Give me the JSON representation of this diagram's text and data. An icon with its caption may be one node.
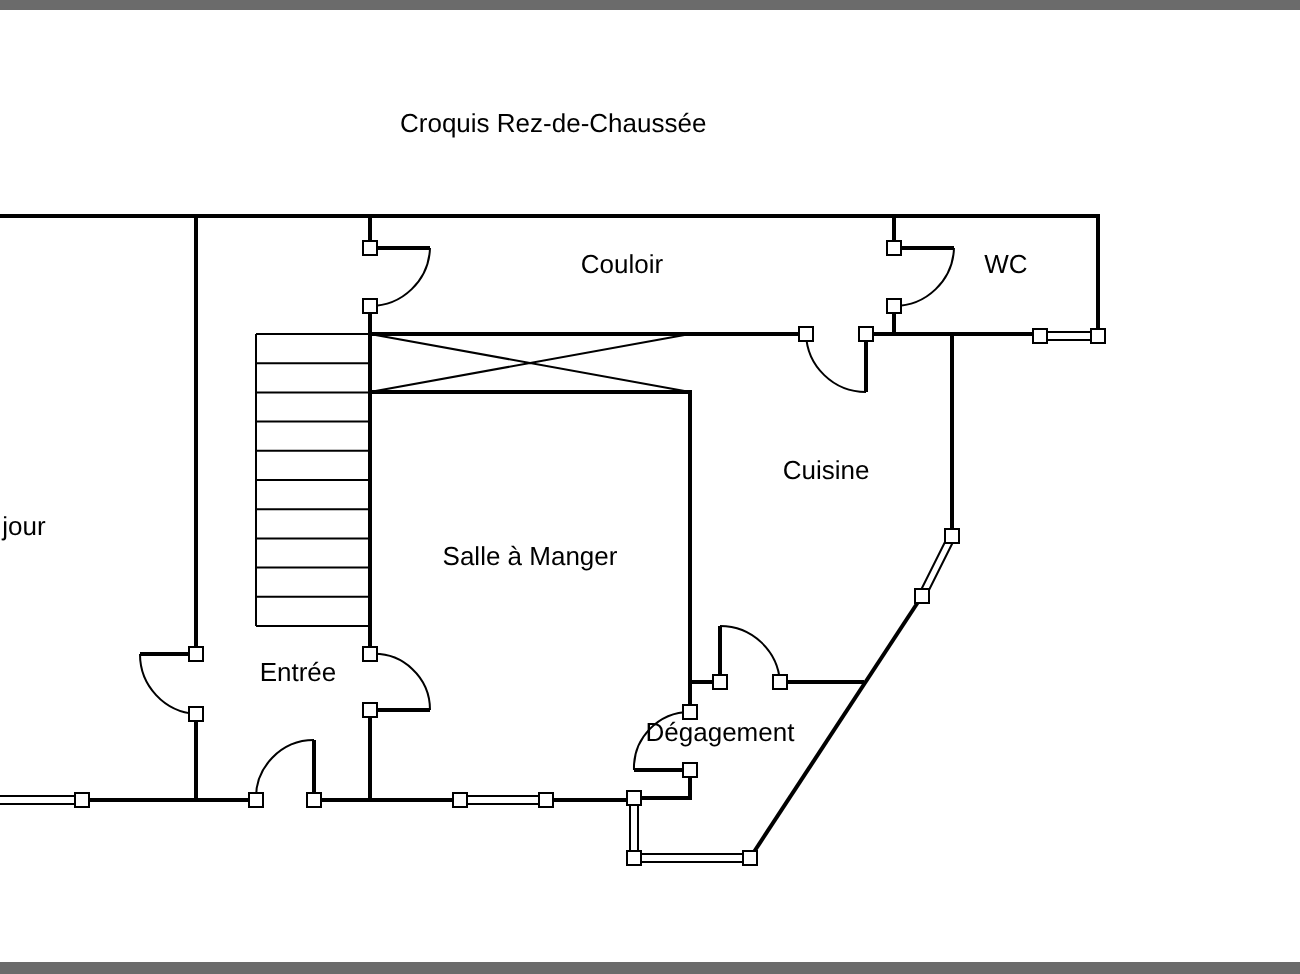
{
  "diagram": {
    "title": "Croquis Rez-de-Chaussée",
    "labels": [
      "Couloir",
      "WC",
      "Cuisine",
      "jour",
      "Salle à Manger",
      "Entrée",
      "Dégagement"
    ]
  }
}
